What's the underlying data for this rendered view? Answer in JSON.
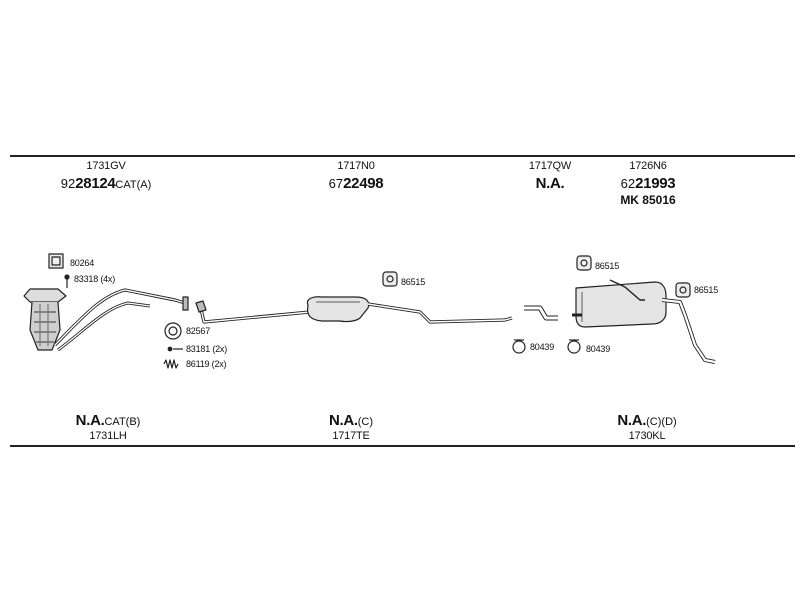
{
  "top_groups": [
    {
      "code": "1731GV",
      "number_prefix": "92",
      "number_main": "28124",
      "number_suffix": "CAT(A)"
    },
    {
      "code": "1717N0",
      "number_prefix": "67",
      "number_main": "22498",
      "number_suffix": ""
    },
    {
      "code": "1717QW",
      "number_prefix": "",
      "number_main": "N.A.",
      "number_suffix": ""
    },
    {
      "code": "1726N6",
      "number_prefix": "62",
      "number_main": "21993",
      "number_suffix": "",
      "extra": "MK  85016"
    }
  ],
  "parts": {
    "gasket_a": "80264",
    "bolt_a": "83318 (4x)",
    "gasket_b": "82567",
    "bolt_b": "83181 (2x)",
    "spring_b": "86119 (2x)",
    "mount_mid": "86515",
    "clamp_c1": "80439",
    "clamp_c2": "80439",
    "mount_rear1": "86515",
    "mount_rear2": "86515"
  },
  "bottom_groups": [
    {
      "main": "N.A.",
      "suffix": "CAT(B)",
      "code": "1731LH"
    },
    {
      "main": "N.A.",
      "suffix": "(C)",
      "code": "1717TE"
    },
    {
      "main": "N.A.",
      "suffix": "(C)(D)",
      "code": "1730KL"
    }
  ]
}
